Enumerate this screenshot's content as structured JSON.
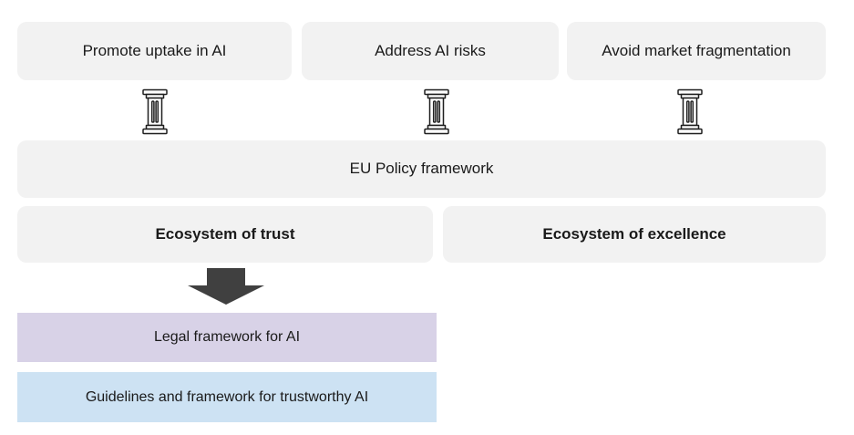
{
  "colors": {
    "box_gray": "#f2f2f2",
    "text": "#1a1a1a",
    "arrow": "#404040",
    "legal_purple": "#d8d2e7",
    "guidelines_blue": "#cde2f3",
    "pillar_stroke": "#1f1f1f"
  },
  "icons": {
    "pillar": "classical-column-icon",
    "arrow": "down-block-arrow-icon"
  },
  "goals": [
    {
      "label": "Promote uptake in AI"
    },
    {
      "label": "Address AI risks"
    },
    {
      "label": "Avoid market fragmentation"
    }
  ],
  "framework": {
    "label": "EU Policy framework"
  },
  "ecosystems": [
    {
      "label": "Ecosystem of trust"
    },
    {
      "label": "Ecosystem of excellence"
    }
  ],
  "outputs": [
    {
      "label": "Legal framework for AI"
    },
    {
      "label": "Guidelines and framework for trustworthy AI"
    }
  ]
}
